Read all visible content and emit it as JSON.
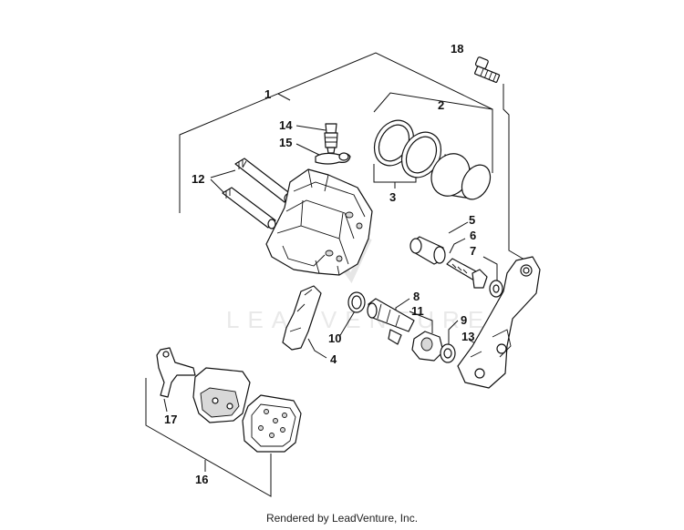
{
  "labels": {
    "p1": "1",
    "p2": "2",
    "p3": "3",
    "p4": "4",
    "p5": "5",
    "p6": "6",
    "p7": "7",
    "p8": "8",
    "p9": "9",
    "p10": "10",
    "p11": "11",
    "p12": "12",
    "p13": "13",
    "p14": "14",
    "p15": "15",
    "p16": "16",
    "p17": "17",
    "p18": "18"
  },
  "watermark": "LEADVENTURE",
  "footer": "Rendered by LeadVenture, Inc."
}
